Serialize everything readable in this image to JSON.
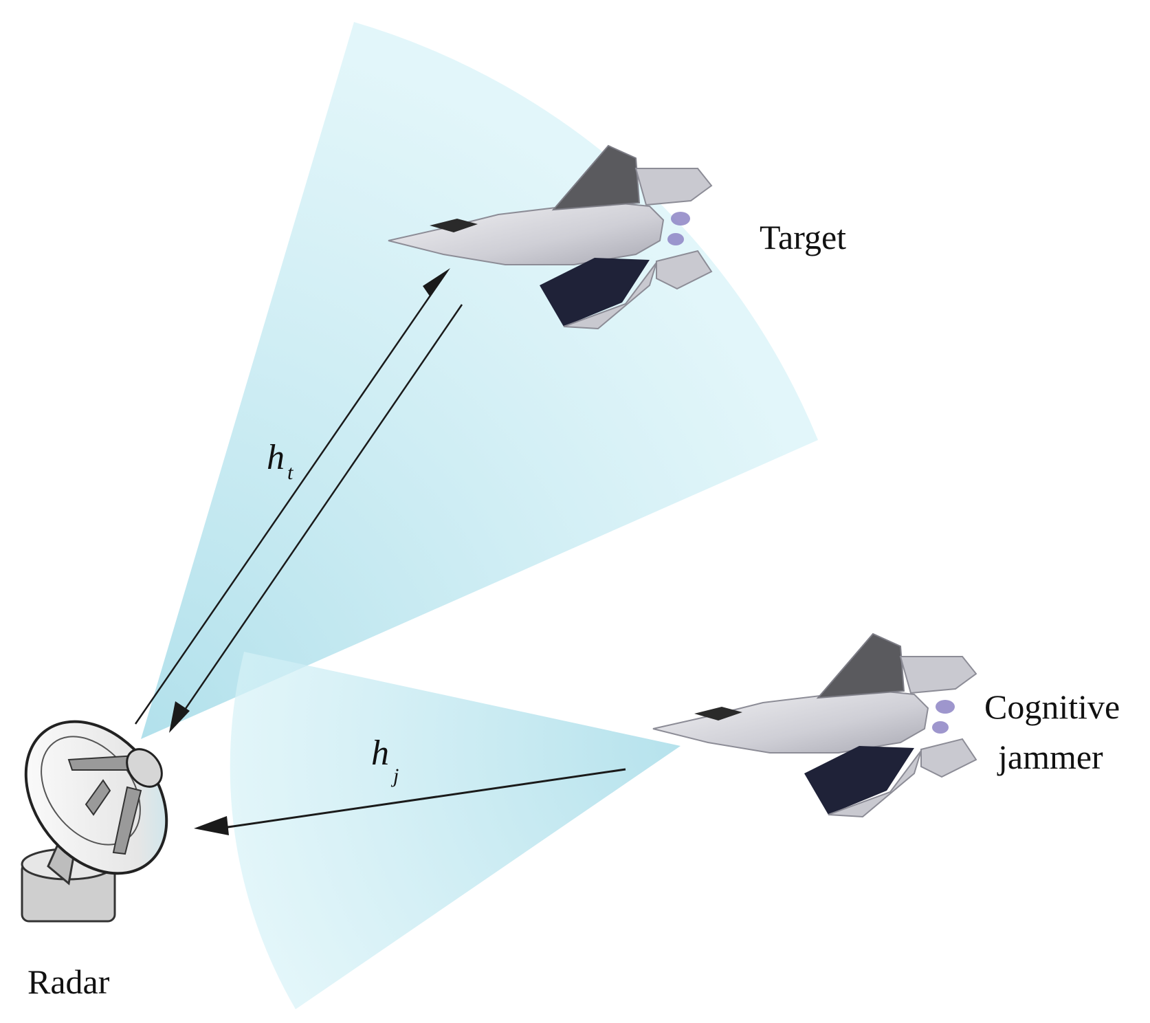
{
  "labels": {
    "target": "Target",
    "jammer_line1": "Cognitive",
    "jammer_line2": "jammer",
    "radar": "Radar"
  },
  "symbols": {
    "target_channel": {
      "base": "h",
      "subscript": "t"
    },
    "jammer_channel": {
      "base": "h",
      "subscript": "j"
    }
  },
  "colors": {
    "beam": "#bfe8f1",
    "arrow": "#1a1a1a",
    "aircraft_body": "#d8d8dc",
    "aircraft_dark": "#1f2238",
    "radar_dish": "#f4f4f4"
  },
  "icons": {
    "target": "fighter-jet-icon",
    "jammer": "fighter-jet-icon",
    "radar": "radar-dish-icon"
  }
}
